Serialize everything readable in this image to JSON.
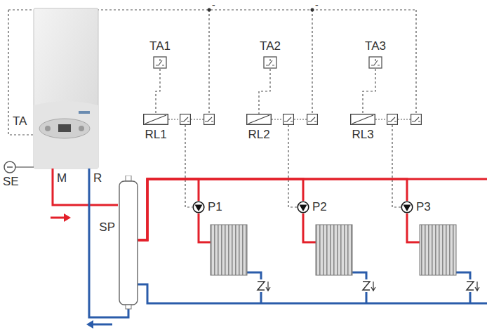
{
  "diagram": {
    "nodes": [
      {
        "text": [
          "TA1"
        ]
      },
      {
        "text": [
          "TA2"
        ]
      },
      {
        "text": [
          "TA3"
        ]
      },
      {
        "text": [
          "RL1"
        ]
      },
      {
        "text": [
          "RL2"
        ]
      },
      {
        "text": [
          "RL3"
        ]
      },
      {
        "text": [
          "SP"
        ]
      },
      {
        "text": [
          "P1"
        ]
      },
      {
        "text": [
          "P2"
        ]
      },
      {
        "text": [
          "P3"
        ]
      }
    ],
    "edges": [
      {
        "from": 0,
        "to": 3,
        "arrow": "none"
      },
      {
        "from": 1,
        "to": 4,
        "arrow": "none"
      },
      {
        "from": 2,
        "to": 5,
        "arrow": "none"
      },
      {
        "from": 3,
        "to": 7,
        "arrow": "none"
      },
      {
        "from": 4,
        "to": 8,
        "arrow": "none"
      },
      {
        "from": 5,
        "to": 9,
        "arrow": "none"
      },
      {
        "from": 6,
        "to": 7,
        "arrow": "none"
      },
      {
        "from": 6,
        "to": 8,
        "arrow": "none"
      },
      {
        "from": 6,
        "to": 9,
        "arrow": "none"
      }
    ],
    "labels": [
      "TA",
      "SE",
      "M",
      "R",
      "-",
      "-"
    ]
  }
}
